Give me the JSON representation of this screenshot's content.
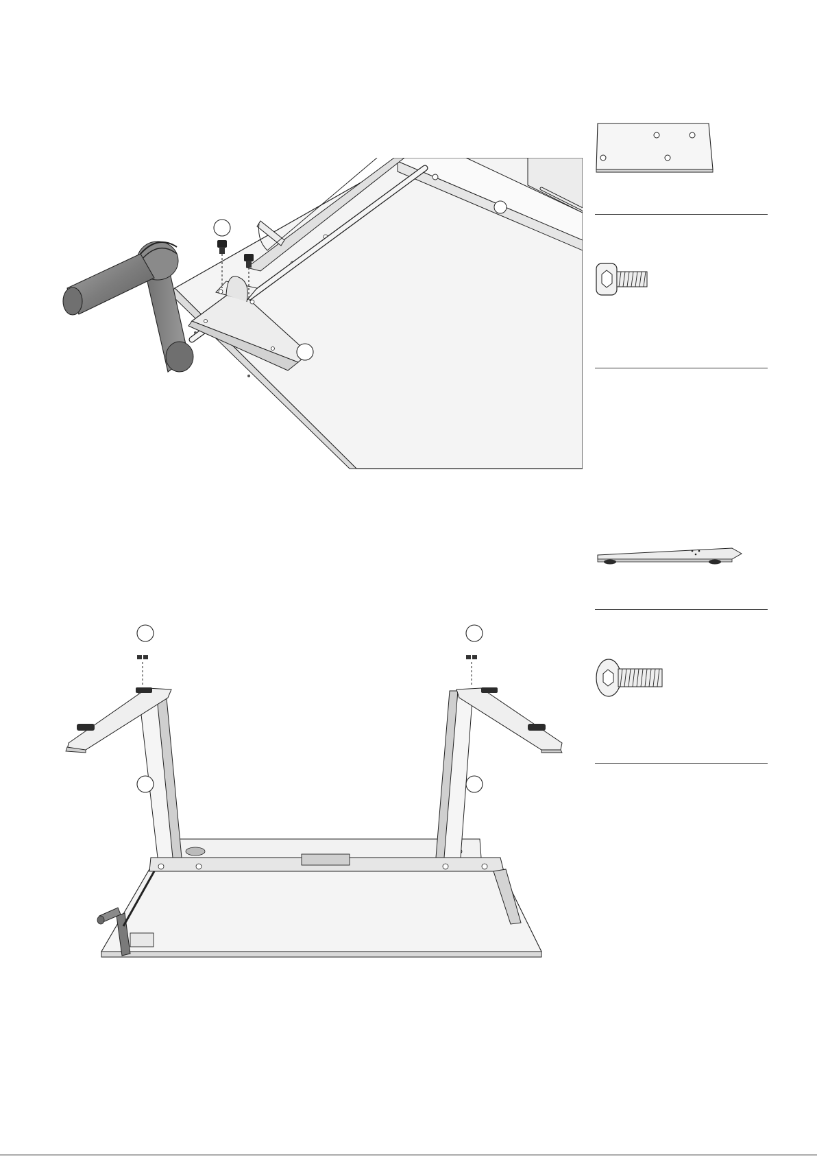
{
  "page": {
    "kind": "assembly-instructions",
    "page_mark": "",
    "steps": [
      {
        "id": "attach-crank-bracket",
        "callouts": [
          "",
          ""
        ],
        "parts_shown": [
          "crank-handle",
          "drive-rod",
          "rod-bracket",
          "mounting-plate",
          "hex-socket-screw"
        ]
      },
      {
        "id": "attach-feet",
        "callouts": [
          "",
          "",
          "",
          ""
        ],
        "parts_shown": [
          "foot",
          "button-head-screw",
          "leg-column",
          "desk-frame",
          "crank-handle"
        ]
      }
    ]
  },
  "parts_list": [
    {
      "name": "mounting-plate-part",
      "icon": "mounting-plate-icon",
      "qty_label": ""
    },
    {
      "name": "hex-socket-screw-part",
      "icon": "socket-screw-icon",
      "qty_label": ""
    },
    {
      "name": "blank-part-slot",
      "icon": "",
      "qty_label": ""
    },
    {
      "name": "foot-part",
      "icon": "foot-icon",
      "qty_label": ""
    },
    {
      "name": "button-head-screw-part",
      "icon": "button-screw-icon",
      "qty_label": ""
    }
  ],
  "colors": {
    "line": "#222222",
    "panel_fill": "#f4f4f4",
    "metal_light": "#d8d8d8",
    "metal_dark": "#7a7a7a",
    "rubber": "#2b2b2b",
    "handle": "#8a8a8a"
  }
}
